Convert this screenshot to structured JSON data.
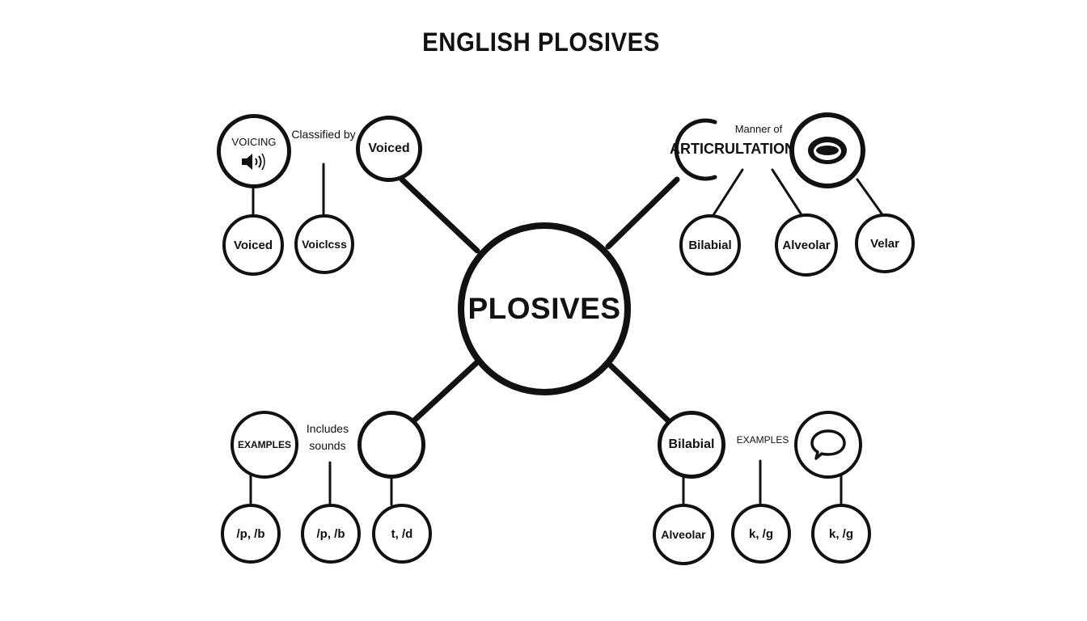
{
  "title": "ENGLISH PLOSIVES",
  "center": "PLOSIVES",
  "voicing": {
    "heading": "VOICING",
    "icon": "speaker-icon",
    "connector_label": "Classified by",
    "branch": "Voiced",
    "children": [
      "Voiced",
      "Voiclcss"
    ]
  },
  "articulation": {
    "connector_label": "Manner of",
    "heading": "ARTICRULTATION",
    "icon": "mouth-icon",
    "children": [
      "Bilabial",
      "Alveolar",
      "Velar"
    ]
  },
  "examples_left": {
    "heading": "EXAMPLES",
    "connector_label": [
      "Includes",
      "sounds"
    ],
    "children": [
      "/p, /b",
      "/p, /b",
      "t, /d"
    ]
  },
  "examples_right": {
    "branch": "Bilabial",
    "heading": "EXAMPLES",
    "icon": "speech-bubble-icon",
    "children": [
      "Alveolar",
      "k, /g",
      "k, /g"
    ]
  }
}
